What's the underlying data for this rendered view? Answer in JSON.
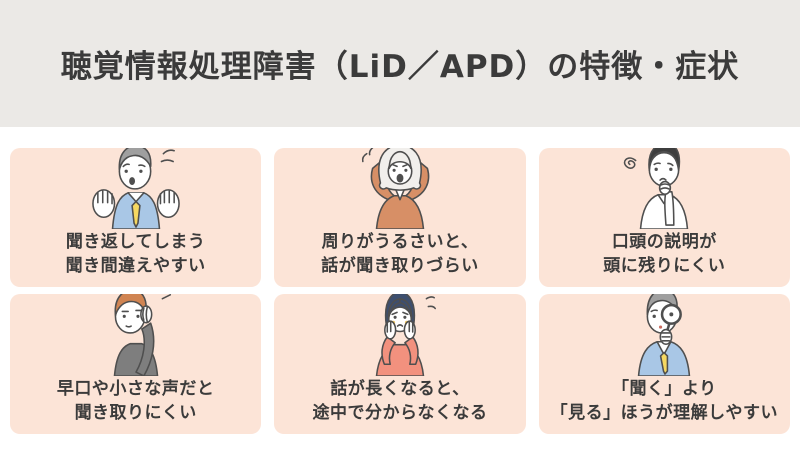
{
  "header": {
    "title": "聴覚情報処理障害（LiD／APD）の特徴・症状"
  },
  "colors": {
    "page_bg": "#ffffff",
    "header_bg": "#ebe9e6",
    "card_bg": "#fce4d7",
    "text": "#3b3b3b",
    "line": "#4f4f4f",
    "accent_blue": "#a9c7e6",
    "accent_yellow": "#f6d861",
    "accent_orange": "#d78f66",
    "accent_coral": "#f2917e"
  },
  "cards": [
    {
      "illustration": "man-hands-raised",
      "line1": "聞き返してしまう",
      "line2": "聞き間違えやすい"
    },
    {
      "illustration": "woman-covering-ears",
      "line1": "周りがうるさいと、",
      "line2": "話が聞き取りづらい"
    },
    {
      "illustration": "man-thinking-hand-on-chin",
      "line1": "口頭の説明が",
      "line2": "頭に残りにくい"
    },
    {
      "illustration": "man-hand-behind-ear",
      "line1": "早口や小さな声だと",
      "line2": "聞き取りにくい"
    },
    {
      "illustration": "woman-hands-on-cheeks",
      "line1": "話が長くなると、",
      "line2": "途中で分からなくなる"
    },
    {
      "illustration": "man-with-magnifying-glass",
      "line1": "「聞く」より",
      "line2": "「見る」ほうが理解しやすい"
    }
  ]
}
